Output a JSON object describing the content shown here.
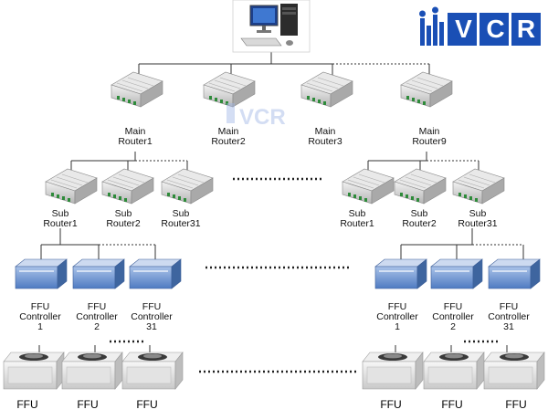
{
  "logo": {
    "text": "VCR",
    "color": "#1a4fb5"
  },
  "watermark": "VCR",
  "main_routers": [
    {
      "line1": "Main",
      "line2": "Router1"
    },
    {
      "line1": "Main",
      "line2": "Router2"
    },
    {
      "line1": "Main",
      "line2": "Router3"
    },
    {
      "line1": "Main",
      "line2": "Router9"
    }
  ],
  "sub_routers_left": [
    {
      "line1": "Sub",
      "line2": "Router1"
    },
    {
      "line1": "Sub",
      "line2": "Router2"
    },
    {
      "line1": "Sub",
      "line2": "Router31"
    }
  ],
  "sub_routers_right": [
    {
      "line1": "Sub",
      "line2": "Router1"
    },
    {
      "line1": "Sub",
      "line2": "Router2"
    },
    {
      "line1": "Sub",
      "line2": "Router31"
    }
  ],
  "controllers_left": [
    {
      "line1": "FFU",
      "line2": "Controller",
      "line3": "1"
    },
    {
      "line1": "FFU",
      "line2": "Controller",
      "line3": "2"
    },
    {
      "line1": "FFU",
      "line2": "Controller",
      "line3": "31"
    }
  ],
  "controllers_right": [
    {
      "line1": "FFU",
      "line2": "Controller",
      "line3": "1"
    },
    {
      "line1": "FFU",
      "line2": "Controller",
      "line3": "2"
    },
    {
      "line1": "FFU",
      "line2": "Controller",
      "line3": "31"
    }
  ],
  "ffu_label": "FFU"
}
